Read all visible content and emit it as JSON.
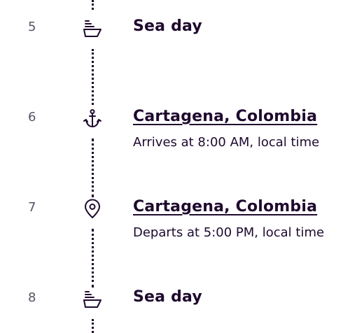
{
  "itinerary": {
    "days": [
      {
        "number": "5",
        "icon": "ship-icon",
        "title": "Sea day",
        "is_port": false,
        "detail": ""
      },
      {
        "number": "6",
        "icon": "anchor-icon",
        "title": "Cartagena, Colombia",
        "is_port": true,
        "detail": "Arrives at 8:00 AM, local time"
      },
      {
        "number": "7",
        "icon": "map-pin-icon",
        "title": "Cartagena, Colombia",
        "is_port": true,
        "detail": "Departs at 5:00 PM, local time"
      },
      {
        "number": "8",
        "icon": "ship-icon",
        "title": "Sea day",
        "is_port": false,
        "detail": ""
      }
    ]
  },
  "colors": {
    "text": "#1f0a2e",
    "day_number": "#595365",
    "background": "#ffffff"
  }
}
